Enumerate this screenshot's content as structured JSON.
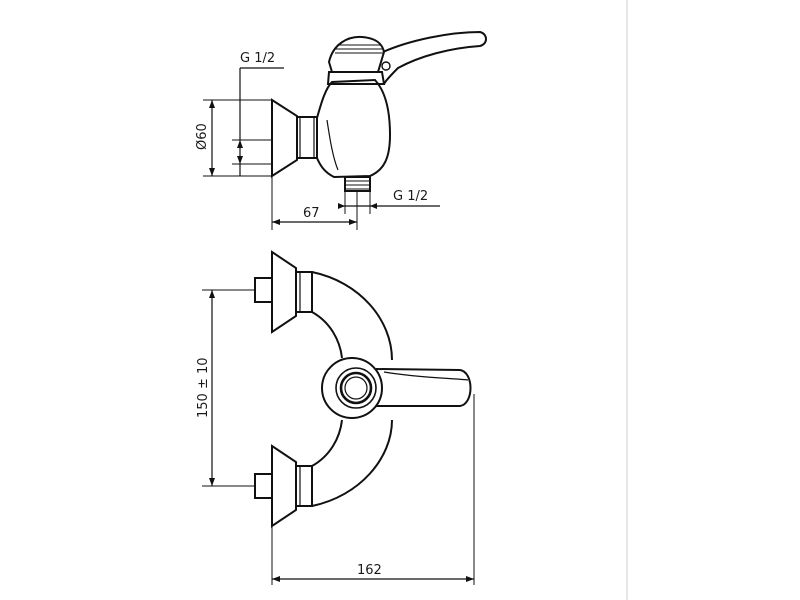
{
  "side_view": {
    "top_thread": "G 1/2",
    "bottom_thread": "G 1/2",
    "diameter": "Ø60",
    "depth": "67"
  },
  "front_view": {
    "centers": "150 ± 10",
    "width": "162"
  }
}
